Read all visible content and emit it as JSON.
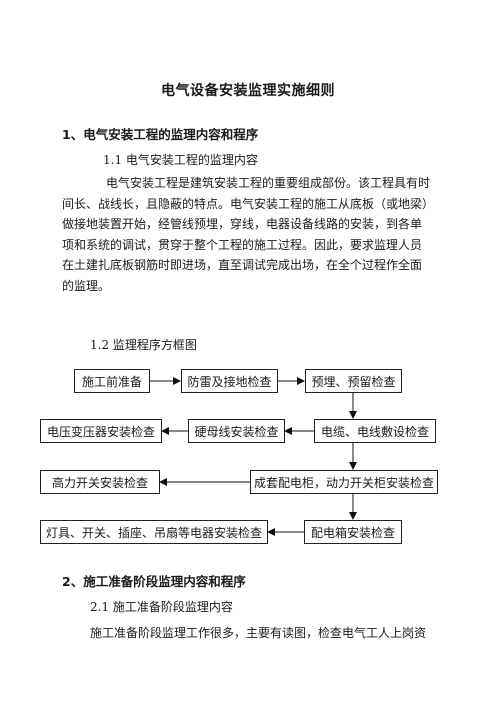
{
  "document": {
    "title": "电气设备安装监理实施细则",
    "section1": {
      "heading": "1、电气安装工程的监理内容和程序",
      "sub1": "1.1 电气安装工程的监理内容",
      "paragraph_lines": [
        "电气安装工程是建筑安装工程的重要组成部份。该工程具有时",
        "间长、战线长，且隐蔽的特点。电气安装工程的施工从底板（或地梁）",
        "做接地装置开始，经管线预埋，穿线，电器设备线路的安装，到各单",
        "项和系统的调试，贯穿于整个工程的施工过程。因此，要求监理人员",
        "在土建扎底板钢筋时即进场，直至调试完成出场，在全个过程作全面",
        "的监理。"
      ],
      "sub2": "1.2 监理程序方框图"
    },
    "flowchart": {
      "nodes": {
        "prep": "施工前准备",
        "lightning": "防雷及接地检查",
        "embed": "预埋、预留检查",
        "cable": "电缆、电线敷设检查",
        "busbar": "硬母线安装检查",
        "transformer": "电压变压器安装检查",
        "switchgear": "成套配电柜，动力开关柜安装检查",
        "hv_switch": "高力开关安装检查",
        "distribution": "配电箱安装检查",
        "lamps": "灯具、开关、插座、吊扇等电器安装检查"
      }
    },
    "section2": {
      "heading": "2、施工准备阶段监理内容和程序",
      "sub1": "2.1 施工准备阶段监理内容",
      "paragraph_start": "施工准备阶段监理工作很多，主要有读图，检查电气工人上岗资"
    }
  }
}
